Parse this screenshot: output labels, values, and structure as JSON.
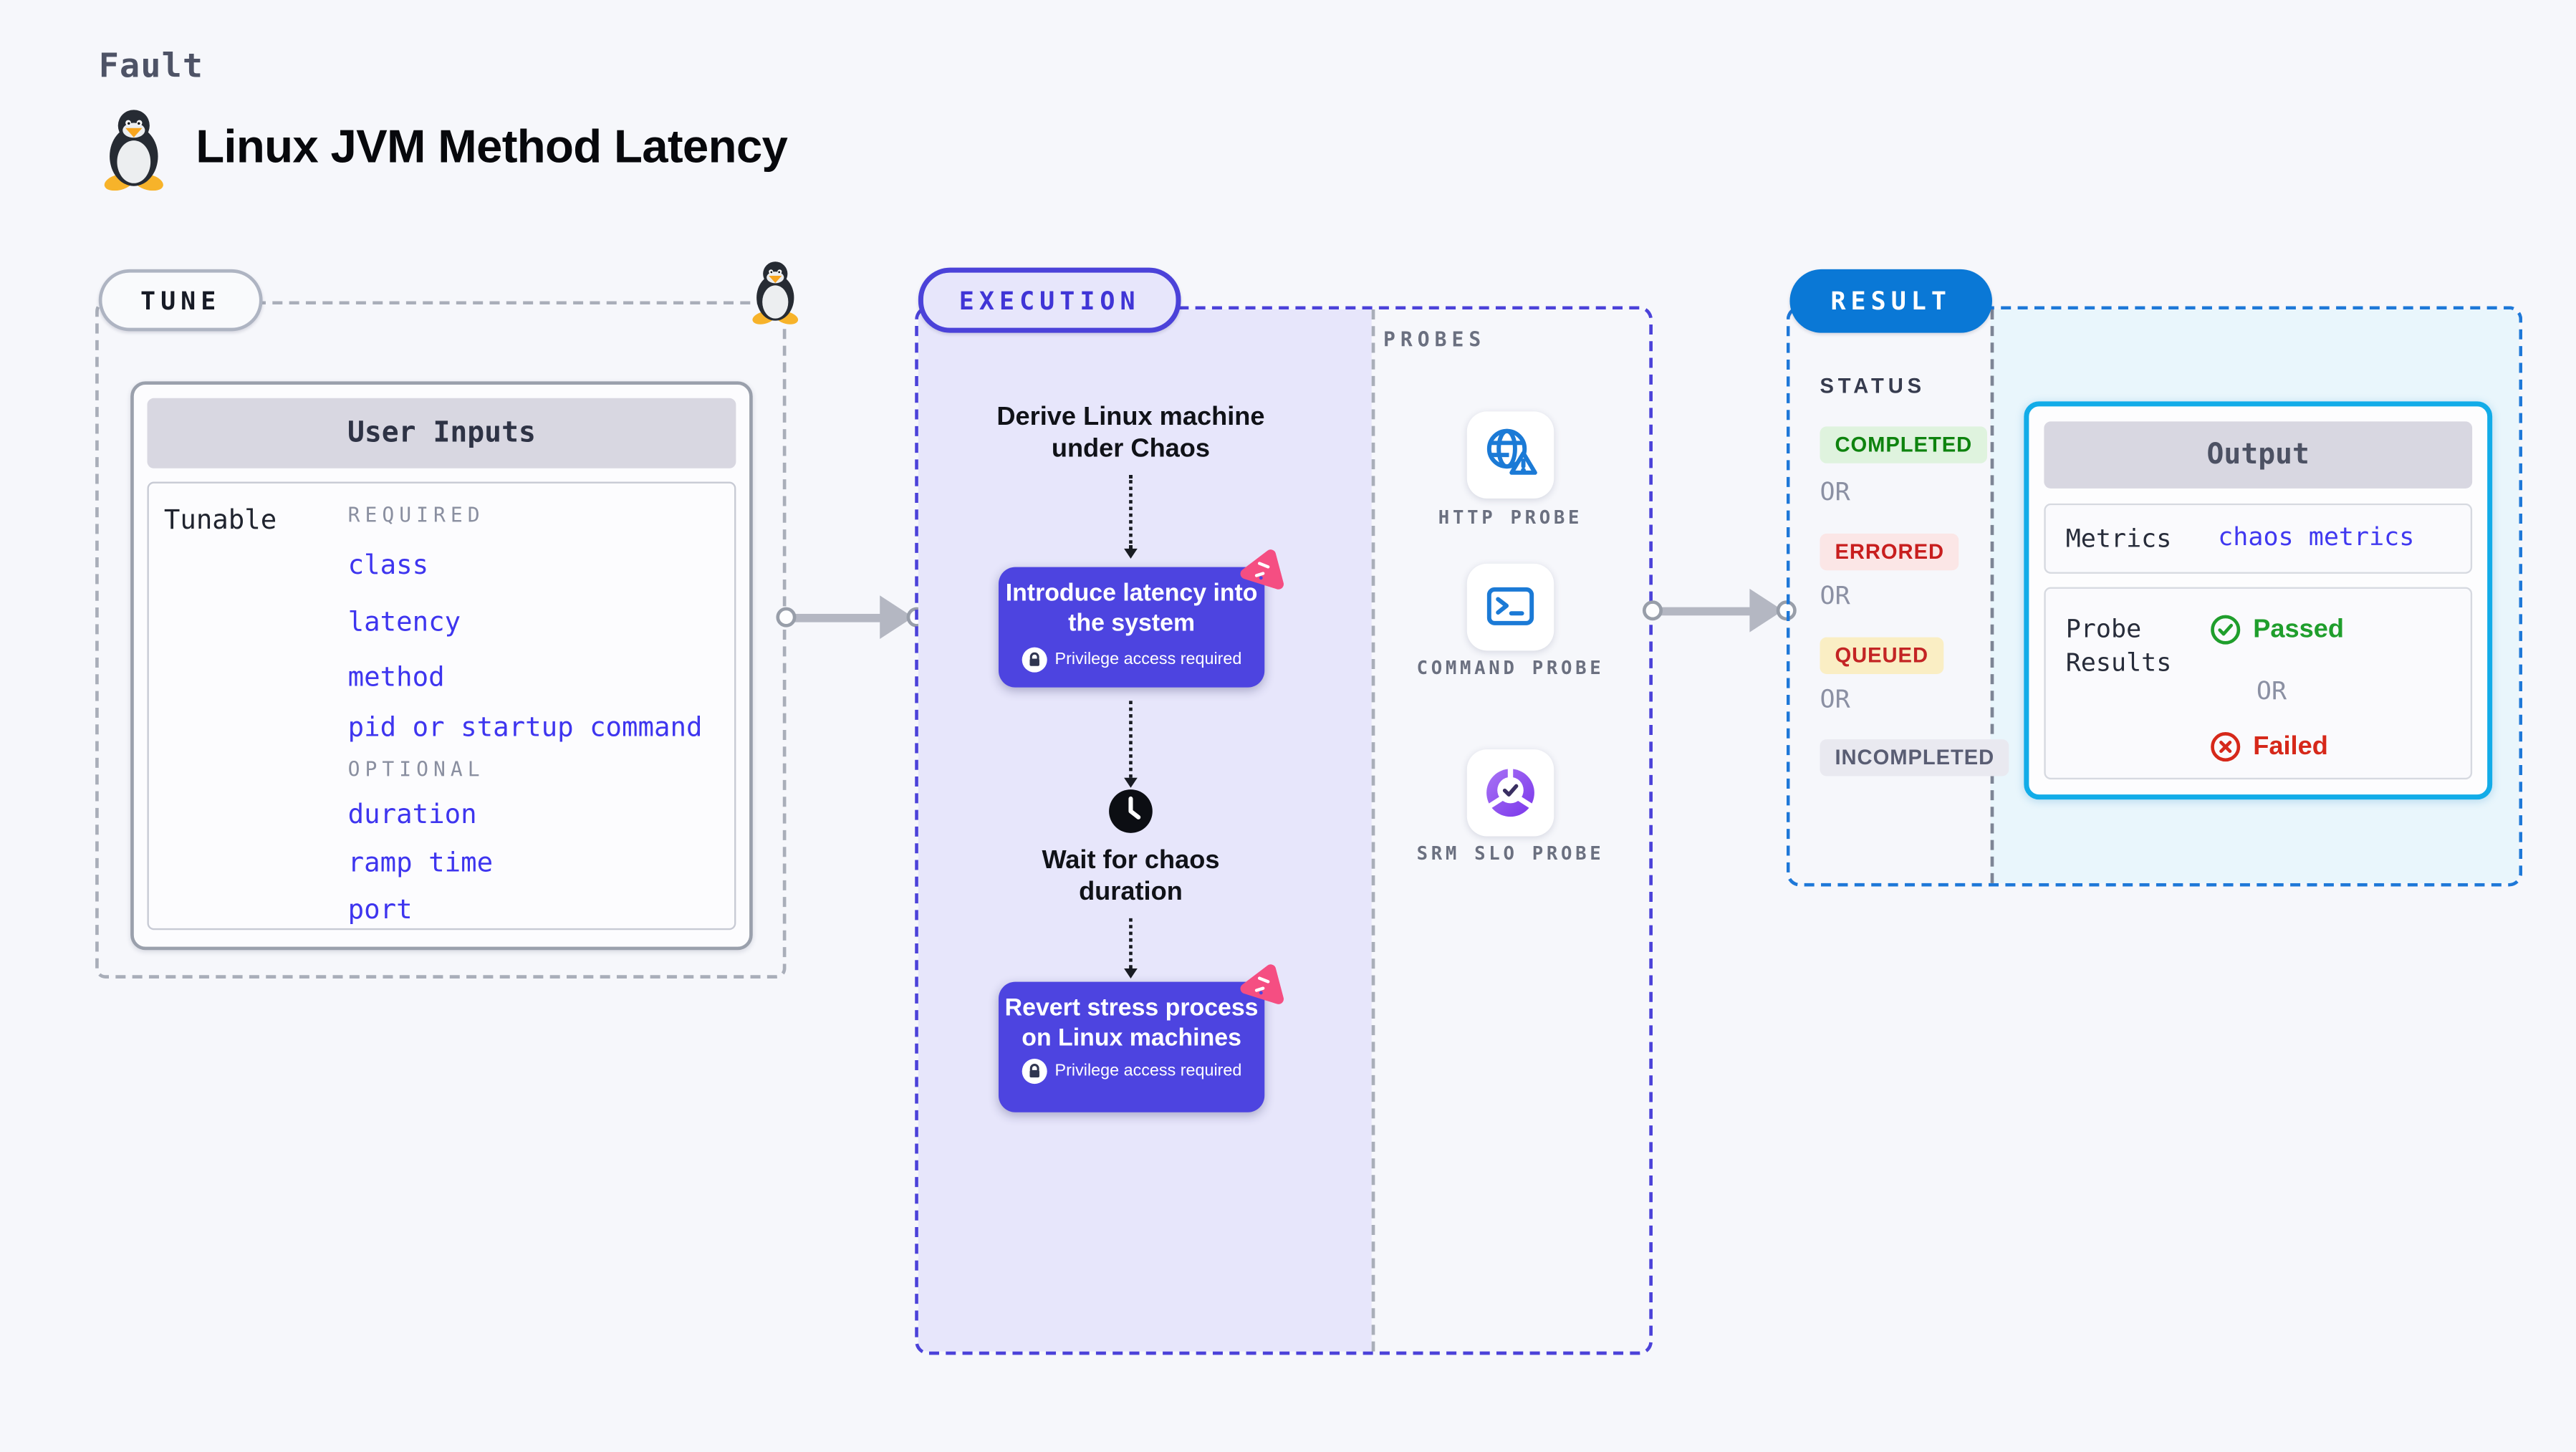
{
  "header": {
    "kicker": "Fault",
    "title": "Linux JVM Method Latency"
  },
  "tune": {
    "label": "TUNE",
    "card_title": "User Inputs",
    "row_label": "Tunable",
    "required_label": "REQUIRED",
    "required_items": [
      "class",
      "latency",
      "method",
      "pid or startup command"
    ],
    "optional_label": "OPTIONAL",
    "optional_items": [
      "duration",
      "ramp time",
      "port"
    ]
  },
  "execution": {
    "label": "EXECUTION",
    "derive_step": "Derive Linux machine under Chaos",
    "inject_action": {
      "title": "Introduce latency into the system",
      "note": "Privilege access required"
    },
    "wait_step": "Wait for chaos duration",
    "revert_action": {
      "title": "Revert stress process on Linux machines",
      "note": "Privilege access required"
    }
  },
  "probes": {
    "label": "PROBES",
    "items": [
      {
        "name": "HTTP PROBE",
        "icon": "globe-alert-icon"
      },
      {
        "name": "COMMAND PROBE",
        "icon": "terminal-icon"
      },
      {
        "name": "SRM SLO PROBE",
        "icon": "slo-donut-icon"
      }
    ]
  },
  "result": {
    "label": "RESULT",
    "status_label": "STATUS",
    "or": "OR",
    "statuses": [
      {
        "text": "COMPLETED",
        "fg": "#0E830E",
        "bg": "#DFF3DE"
      },
      {
        "text": "ERRORED",
        "fg": "#C81E1E",
        "bg": "#FBE6E6"
      },
      {
        "text": "QUEUED",
        "fg": "#C32424",
        "bg": "#FAEEC4"
      },
      {
        "text": "INCOMPLETED",
        "fg": "#595D73",
        "bg": "#E9E9F0"
      }
    ],
    "output": {
      "title": "Output",
      "metrics_label": "Metrics",
      "metrics_value": "chaos metrics",
      "probe_results_label": "Probe Results",
      "passed_label": "Passed",
      "failed_label": "Failed",
      "or": "OR"
    }
  },
  "colors": {
    "indigo_accent": "#4C42DF",
    "indigo_zone_bg": "#E7E6FB",
    "result_blue": "#0A78D6",
    "output_border_cyan": "#12ACE8",
    "result_zone_bg": "#E9F6FC",
    "link_blue": "#4038F0",
    "passed_green": "#1F9E2C",
    "failed_red": "#D6281A",
    "chaos_pink": "#F54E82",
    "probe_icon_blue": "#1B7AD6",
    "arrow_gray": "#B4B7C2"
  }
}
